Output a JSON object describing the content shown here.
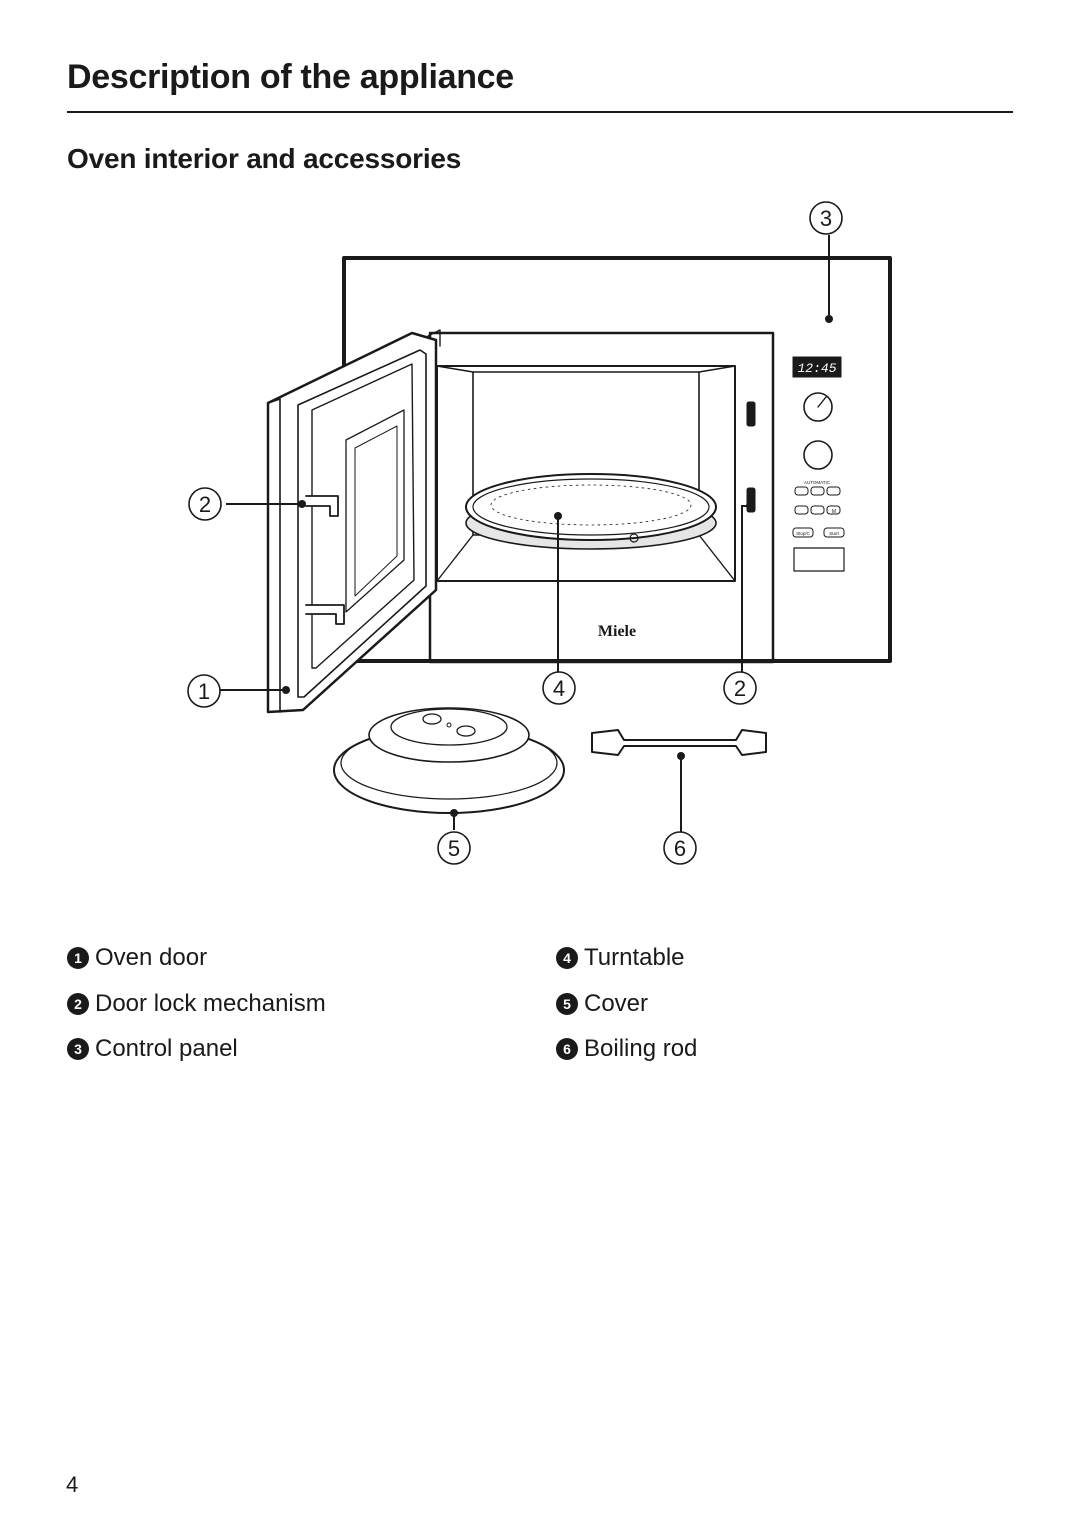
{
  "page": {
    "title": "Description of the appliance",
    "section_title": "Oven interior and accessories",
    "page_number": "4"
  },
  "diagram": {
    "display_time": "12:45",
    "brand": "Miele",
    "panel_labels": {
      "automatic": "AUTOMATIC",
      "m": "M",
      "stop": "Stop/C",
      "start": "Start"
    },
    "callouts": [
      "1",
      "2",
      "2",
      "3",
      "4",
      "5",
      "6"
    ]
  },
  "legend": [
    {
      "number": "1",
      "label": "Oven door"
    },
    {
      "number": "2",
      "label": "Door lock mechanism"
    },
    {
      "number": "3",
      "label": "Control panel"
    },
    {
      "number": "4",
      "label": "Turntable"
    },
    {
      "number": "5",
      "label": "Cover"
    },
    {
      "number": "6",
      "label": "Boiling rod"
    }
  ]
}
